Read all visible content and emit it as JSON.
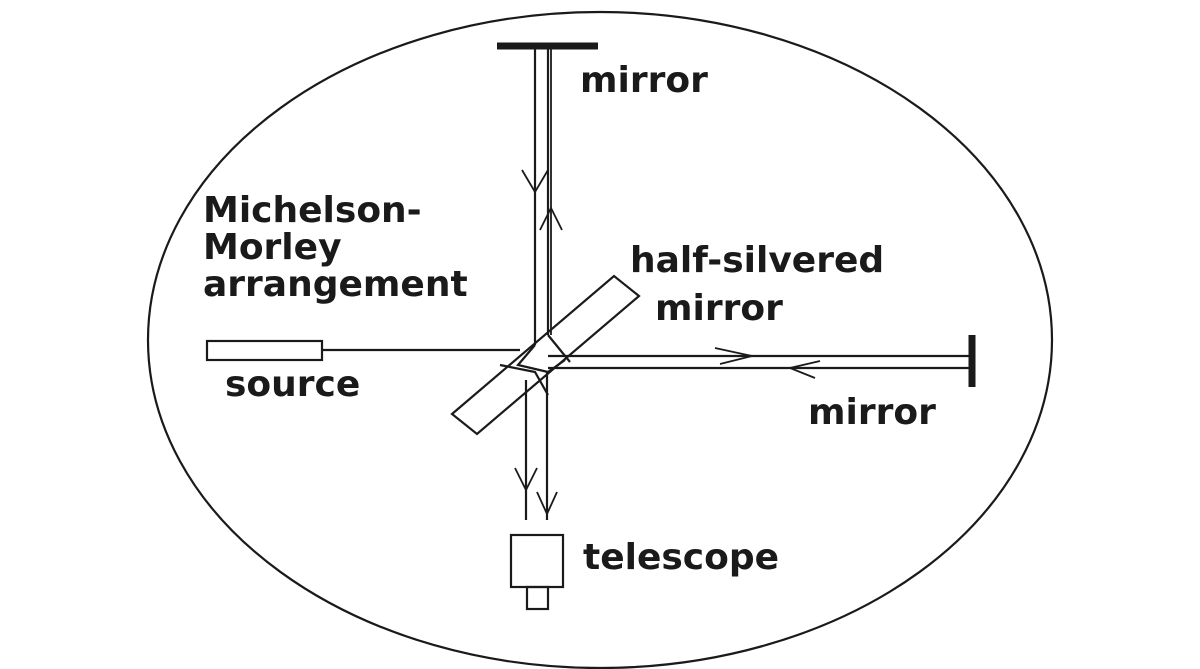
{
  "labels": {
    "top_mirror": "mirror",
    "title_line1": "Michelson-",
    "title_line2": "Morley",
    "title_line3": "arrangement",
    "half_silvered_line1": "half-silvered",
    "half_silvered_line2": "mirror",
    "source": "source",
    "right_mirror": "mirror",
    "telescope": "telescope"
  },
  "colors": {
    "ink": "#1a1a1a",
    "background": "#ffffff"
  }
}
